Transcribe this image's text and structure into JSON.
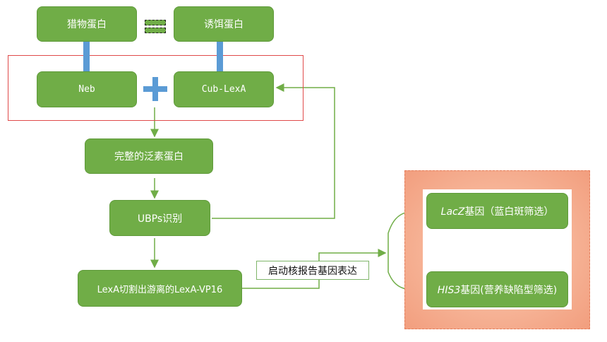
{
  "boxes": {
    "prey_protein": "猎物蛋白",
    "bait_protein": "诱饵蛋白",
    "neb": "Neb",
    "cub_lexa": "Cub-LexA",
    "complete_ubiquitin": "完整的泛素蛋白",
    "ubps_recognition": "UBPs识别",
    "lexa_cleave": "LexA切割出游离的LexA-VP16"
  },
  "label": {
    "start_reporter": "启动核报告基因表达"
  },
  "reporters": {
    "lacz_gene": "LacZ",
    "lacz_rest": "基因（蓝白斑筛选）",
    "his3_gene": "HIS3",
    "his3_rest": "基因(营养缺陷型筛选)"
  },
  "colors": {
    "box_green": "#70ad47",
    "arrow_green": "#70ad47",
    "connector_blue": "#5b9bd5",
    "frame_red": "#e04a4a",
    "panel_orange": "#f4a98a"
  }
}
